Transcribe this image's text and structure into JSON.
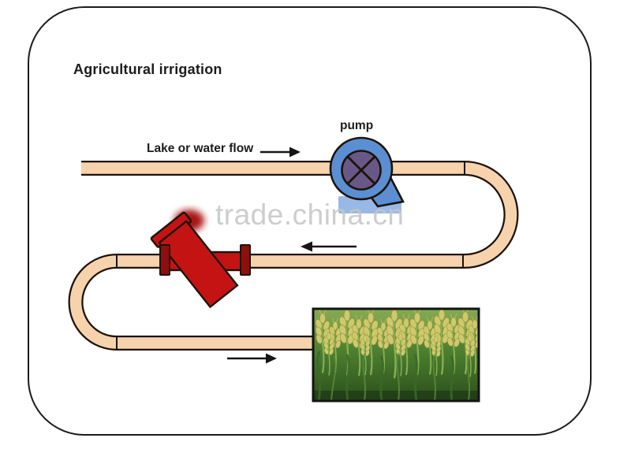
{
  "diagram": {
    "title": "Agricultural irrigation",
    "source_label": "Lake or water flow",
    "pump_label": "pump",
    "watermark": "trade.china.cn",
    "components": {
      "pump": "centrifugal pump",
      "valve": "red filter strainer valve",
      "field": "wheat crop field photo",
      "pipe": "irrigation pipe s-curve"
    }
  },
  "colors": {
    "pipe_fill": "#f6d2ad",
    "outline": "#1c130a",
    "pump_body": "#5b8ed2",
    "pump_impeller": "#695887",
    "pump_base": "#8fb3e3",
    "valve_red": "#c41313",
    "valve_flange": "#8f0f0f",
    "wheat_yellow": "#cfc96c",
    "watermark_gray": "#c5c5c5",
    "text": "#1c1c1c"
  }
}
